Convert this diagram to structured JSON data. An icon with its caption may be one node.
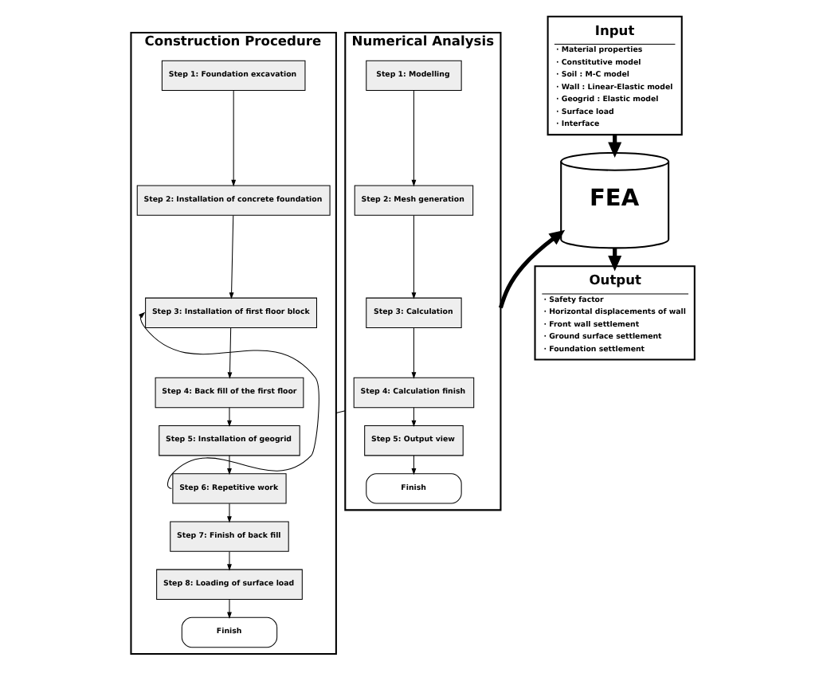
{
  "diagram": {
    "nodes": [
      {
        "text": [
          "Construction Procedure"
        ]
      },
      {
        "text": [
          "Step 1: Foundation excavation"
        ],
        "in": 0
      },
      {
        "text": [
          "Step 2: Installation of concrete foundation"
        ],
        "in": 0
      },
      {
        "text": [
          "Step 3: Installation of first floor block"
        ],
        "in": 0
      },
      {
        "text": [
          "Step 4: Back fill of the first floor"
        ],
        "in": 0
      },
      {
        "text": [
          "Step 5: Installation of geogrid"
        ],
        "in": 0
      },
      {
        "text": [
          "Step 6: Repetitive work"
        ],
        "in": 0
      },
      {
        "text": [
          "Step 7: Finish of back fill"
        ],
        "in": 0
      },
      {
        "text": [
          "Step 8: Loading of surface load"
        ],
        "in": 0
      },
      {
        "text": [
          "Finish"
        ],
        "in": 0
      },
      {
        "text": [
          "Numerical Analysis"
        ]
      },
      {
        "text": [
          "Step 1: Modelling"
        ],
        "in": 10
      },
      {
        "text": [
          "Step 2: Mesh generation"
        ],
        "in": 10
      },
      {
        "text": [
          "Step 3: Calculation"
        ],
        "in": 10
      },
      {
        "text": [
          "Step 4: Calculation finish"
        ],
        "in": 10
      },
      {
        "text": [
          "Step 5: Output view"
        ],
        "in": 10
      },
      {
        "text": [
          "Finish"
        ],
        "in": 10
      },
      {
        "text": [
          "Input",
          "· Material properties",
          "· Constitutive model",
          "· Soil : M-C model",
          "· Wall : Linear-Elastic model",
          "· Geogrid : Elastic model",
          "· Surface load",
          "· Interface"
        ]
      },
      {
        "text": [
          "FEA"
        ]
      },
      {
        "text": [
          "Output",
          "· Safety factor",
          "· Horizontal displacements of wall",
          "· Front wall settlement",
          "· Ground surface settlement",
          "· Foundation settlement"
        ]
      }
    ],
    "edges": [
      {
        "from": 1,
        "to": 2,
        "arrow": "to"
      },
      {
        "from": 2,
        "to": 3,
        "arrow": "to"
      },
      {
        "from": 3,
        "to": 4,
        "arrow": "to"
      },
      {
        "from": 4,
        "to": 5,
        "arrow": "to"
      },
      {
        "from": 5,
        "to": 6,
        "arrow": "to"
      },
      {
        "from": 6,
        "to": 7,
        "arrow": "to"
      },
      {
        "from": 7,
        "to": 8,
        "arrow": "to"
      },
      {
        "from": 8,
        "to": 9,
        "arrow": "to"
      },
      {
        "from": 6,
        "to": 3,
        "arrow": "to"
      },
      {
        "from": 11,
        "to": 12,
        "arrow": "to"
      },
      {
        "from": 12,
        "to": 13,
        "arrow": "to"
      },
      {
        "from": 13,
        "to": 14,
        "arrow": "to"
      },
      {
        "from": 14,
        "to": 15,
        "arrow": "to"
      },
      {
        "from": 15,
        "to": 16,
        "arrow": "to"
      },
      {
        "from": 0,
        "to": 10,
        "arrow": "none"
      },
      {
        "from": 10,
        "to": 18,
        "arrow": "to",
        "style": "thick"
      },
      {
        "from": 17,
        "to": 18,
        "arrow": "to",
        "style": "thick"
      },
      {
        "from": 18,
        "to": 19,
        "arrow": "to",
        "style": "thick"
      }
    ]
  }
}
